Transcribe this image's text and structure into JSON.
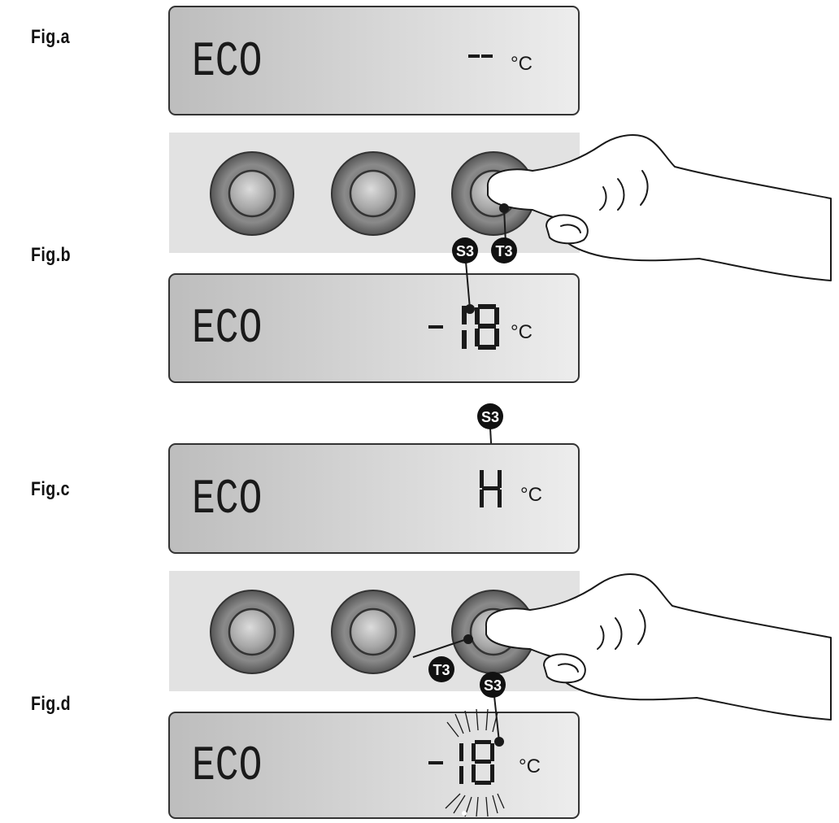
{
  "figures": [
    {
      "label": "Fig.a",
      "mode": "ECO",
      "unit": "°C"
    },
    {
      "label": "Fig.b",
      "mode": "ECO",
      "unit": "°C",
      "sign": "-",
      "digits": "18"
    },
    {
      "label": "Fig.c",
      "mode": "ECO",
      "unit": "°C",
      "digits": "H"
    },
    {
      "label": "Fig.d",
      "mode": "ECO",
      "unit": "°C",
      "sign": "-",
      "digits": "18"
    }
  ],
  "callouts": {
    "s3": "S3",
    "t3": "T3"
  },
  "colors": {
    "panel_border": "#3a3a3a",
    "panel_dark": "#bcbcbc",
    "panel_light": "#ececec",
    "button_strip": "#e2e2e2",
    "callout_fill": "#111111",
    "ink": "#1a1a1a"
  }
}
